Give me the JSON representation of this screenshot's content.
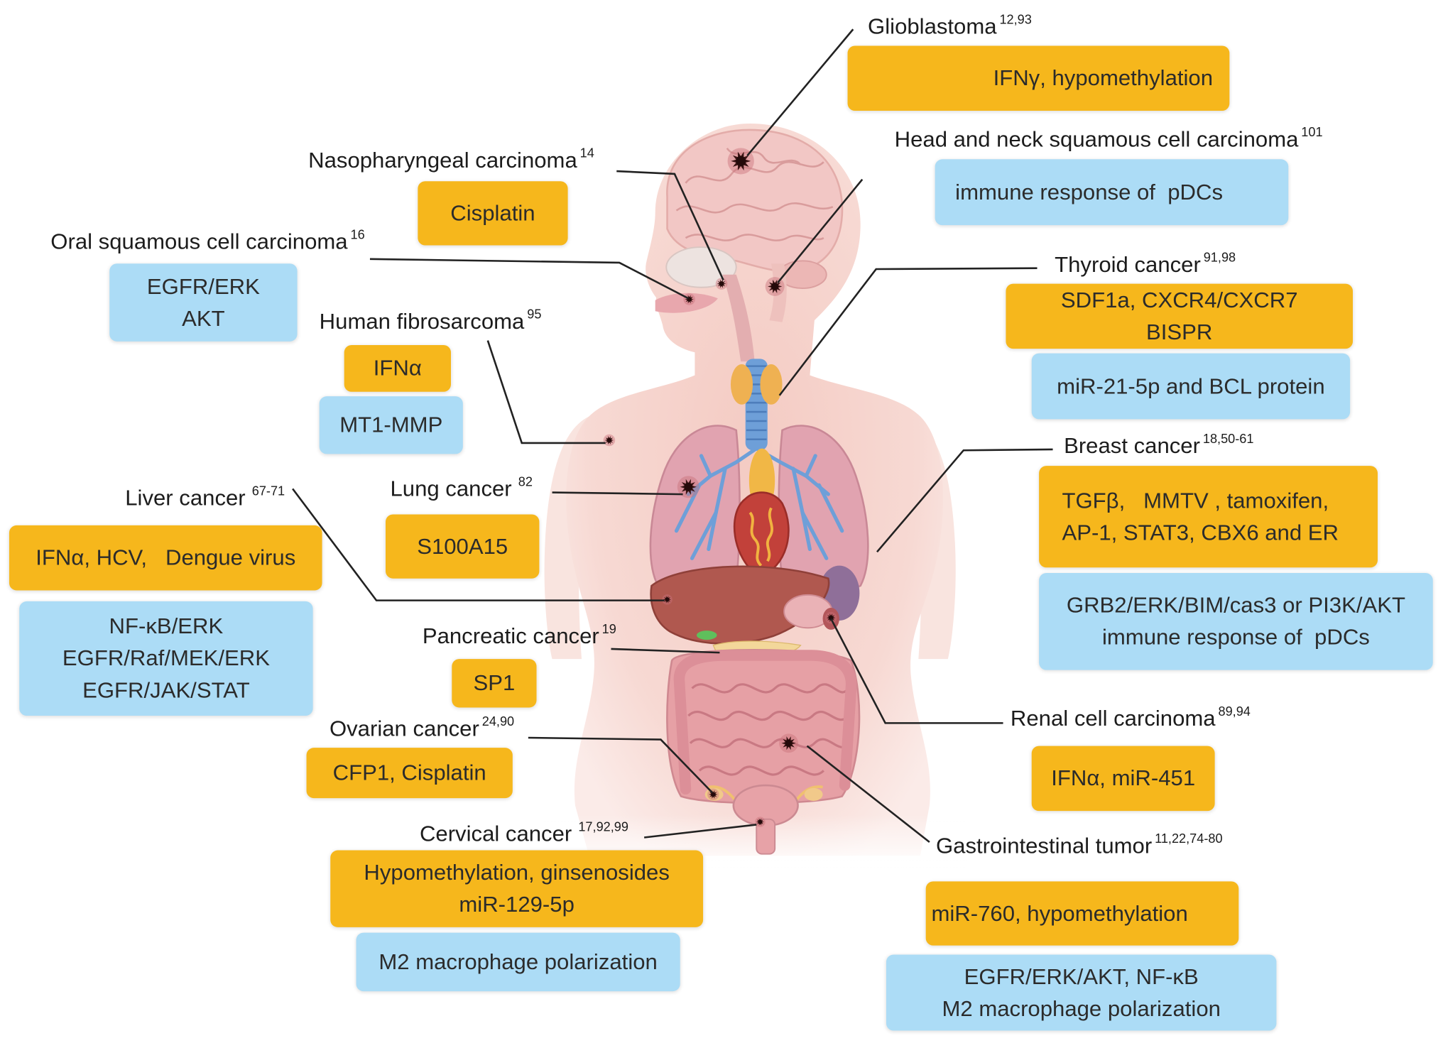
{
  "cancers": [
    {
      "label": "Glioblastoma",
      "refs": "12,93",
      "boxes": [
        {
          "color": "#f6b71c",
          "lines": [
            "IFNγ, hypomethylation"
          ]
        }
      ]
    },
    {
      "label": "Head and neck squamous cell carcinoma",
      "refs": "101",
      "boxes": [
        {
          "color": "#acdcf6",
          "lines": [
            "immune response of  pDCs"
          ]
        }
      ]
    },
    {
      "label": "Nasopharyngeal carcinoma",
      "refs": "14",
      "boxes": [
        {
          "color": "#f6b71c",
          "lines": [
            "Cisplatin"
          ]
        }
      ]
    },
    {
      "label": "Oral squamous cell carcinoma",
      "refs": "16",
      "boxes": [
        {
          "color": "#acdcf6",
          "lines": [
            "EGFR/ERK",
            "AKT"
          ]
        }
      ]
    },
    {
      "label": "Human fibrosarcoma",
      "refs": "95",
      "boxes": [
        {
          "color": "#f6b71c",
          "lines": [
            "IFNα"
          ]
        },
        {
          "color": "#acdcf6",
          "lines": [
            "MT1-MMP"
          ]
        }
      ]
    },
    {
      "label": "Thyroid cancer",
      "refs": "91,98",
      "boxes": [
        {
          "color": "#f6b71c",
          "lines": [
            "SDF1a, CXCR4/CXCR7",
            "BISPR"
          ]
        },
        {
          "color": "#acdcf6",
          "lines": [
            "miR-21-5p and BCL protein"
          ]
        }
      ]
    },
    {
      "label": "Breast cancer",
      "refs": "18,50-61",
      "boxes": [
        {
          "color": "#f6b71c",
          "lines": [
            "TGFβ,   MMTV , tamoxifen,",
            "AP-1, STAT3, CBX6 and ER"
          ]
        },
        {
          "color": "#acdcf6",
          "lines": [
            "GRB2/ERK/BIM/cas3 or PI3K/AKT",
            "immune response of  pDCs"
          ]
        }
      ]
    },
    {
      "label": "Liver cancer",
      "refs": "67-71",
      "boxes": [
        {
          "color": "#f6b71c",
          "lines": [
            "IFNα, HCV,   Dengue virus"
          ]
        },
        {
          "color": "#acdcf6",
          "lines": [
            "NF-κB/ERK",
            "EGFR/Raf/MEK/ERK",
            "EGFR/JAK/STAT"
          ]
        }
      ]
    },
    {
      "label": "Lung cancer",
      "refs": "82",
      "boxes": [
        {
          "color": "#f6b71c",
          "lines": [
            "S100A15"
          ]
        }
      ]
    },
    {
      "label": "Pancreatic cancer",
      "refs": "19",
      "boxes": [
        {
          "color": "#f6b71c",
          "lines": [
            "SP1"
          ]
        }
      ]
    },
    {
      "label": "Renal cell carcinoma",
      "refs": "89,94",
      "boxes": [
        {
          "color": "#f6b71c",
          "lines": [
            "IFNα, miR-451"
          ]
        }
      ]
    },
    {
      "label": "Ovarian cancer",
      "refs": "24,90",
      "boxes": [
        {
          "color": "#f6b71c",
          "lines": [
            "CFP1, Cisplatin"
          ]
        }
      ]
    },
    {
      "label": "Cervical cancer",
      "refs": "17,92,99",
      "boxes": [
        {
          "color": "#f6b71c",
          "lines": [
            "Hypomethylation, ginsenosides",
            "miR-129-5p"
          ]
        },
        {
          "color": "#acdcf6",
          "lines": [
            "M2 macrophage polarization"
          ]
        }
      ]
    },
    {
      "label": "Gastrointestinal tumor",
      "refs": "11,22,74-80",
      "boxes": [
        {
          "color": "#f6b71c",
          "lines": [
            "miR-760, hypomethylation"
          ]
        },
        {
          "color": "#acdcf6",
          "lines": [
            "EGFR/ERK/AKT, NF-κB",
            "M2 macrophage polarization"
          ]
        }
      ]
    }
  ]
}
